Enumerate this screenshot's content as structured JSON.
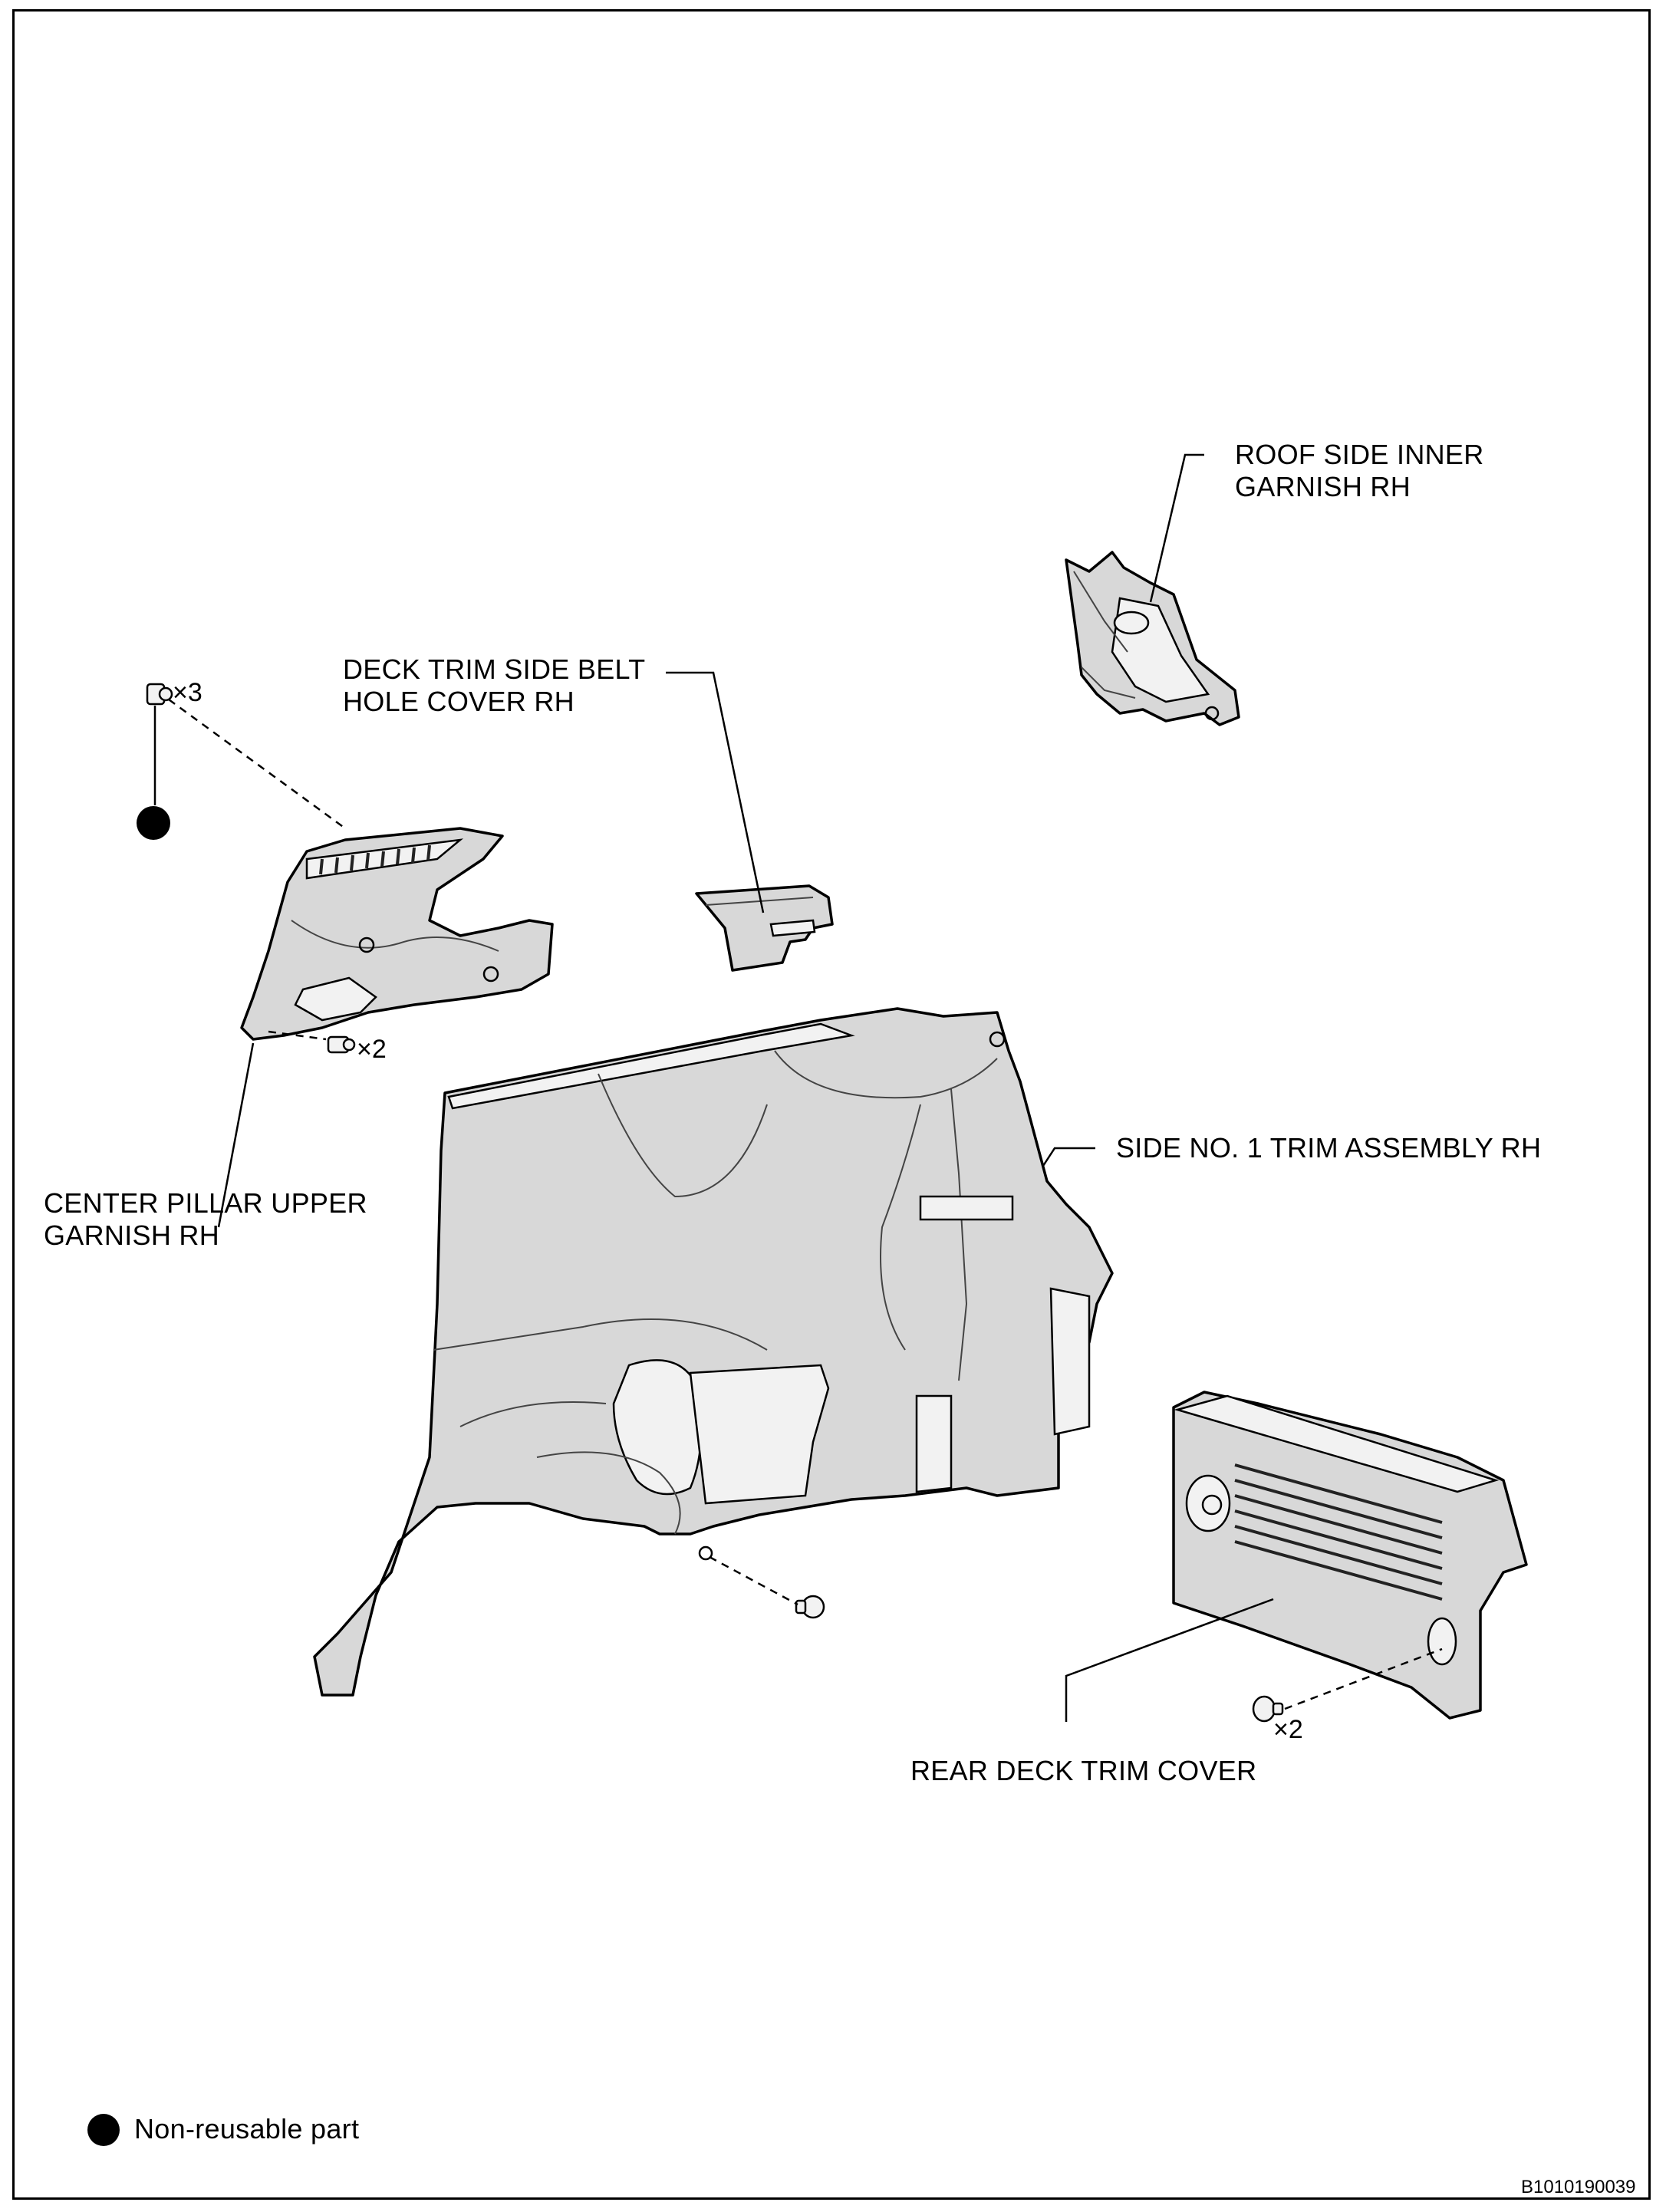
{
  "labels": {
    "roof_side_inner_garnish": [
      "ROOF SIDE INNER",
      "GARNISH RH"
    ],
    "deck_trim_side_belt_hole_cover": [
      "DECK TRIM SIDE BELT",
      "HOLE COVER RH"
    ],
    "center_pillar_upper_garnish": [
      "CENTER PILLAR UPPER",
      "GARNISH RH"
    ],
    "side_no1_trim_assembly": "SIDE NO. 1 TRIM ASSEMBLY RH",
    "rear_deck_trim_cover": "REAR DECK TRIM COVER"
  },
  "quantities": {
    "upper_clip": "×3",
    "lower_clip": "×2",
    "rear_clip": "×2"
  },
  "legend": {
    "symbol": "filled-circle",
    "text": "Non-reusable part"
  },
  "figure_id": "B1010190039"
}
